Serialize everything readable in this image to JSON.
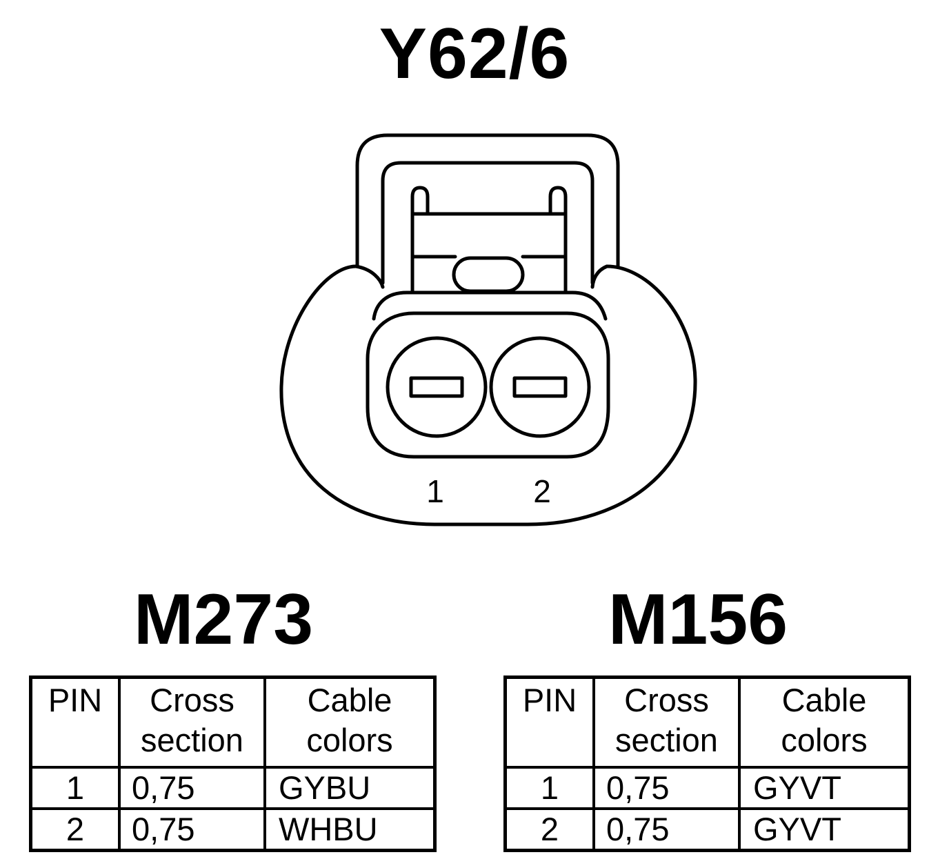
{
  "connector": {
    "title": "Y62/6",
    "pin_labels": [
      "1",
      "2"
    ]
  },
  "variants": [
    {
      "title": "M273",
      "headers": {
        "pin": "PIN",
        "cross_line1": "Cross",
        "cross_line2": "section",
        "color_line1": "Cable",
        "color_line2": "colors"
      },
      "rows": [
        {
          "pin": "1",
          "cross": "0,75",
          "color": "GYBU"
        },
        {
          "pin": "2",
          "cross": "0,75",
          "color": "WHBU"
        }
      ]
    },
    {
      "title": "M156",
      "headers": {
        "pin": "PIN",
        "cross_line1": "Cross",
        "cross_line2": "section",
        "color_line1": "Cable",
        "color_line2": "colors"
      },
      "rows": [
        {
          "pin": "1",
          "cross": "0,75",
          "color": "GYVT"
        },
        {
          "pin": "2",
          "cross": "0,75",
          "color": "GYVT"
        }
      ]
    }
  ]
}
